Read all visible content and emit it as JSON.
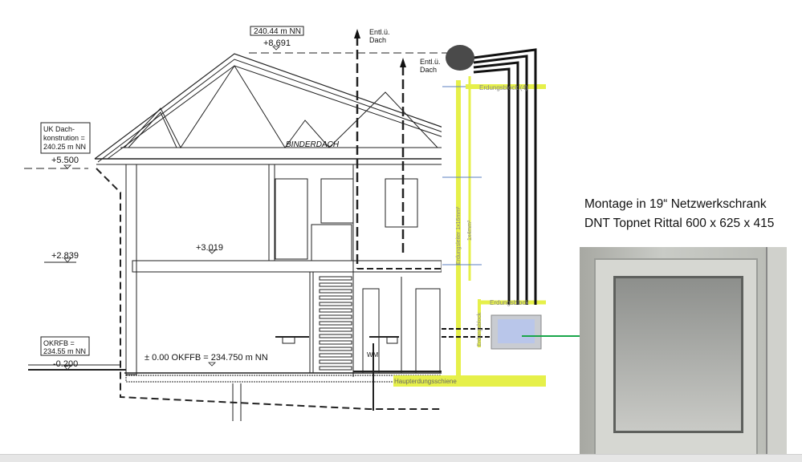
{
  "labels": {
    "top_box": "240.44 m NN",
    "peak_level": "+8.691",
    "vent1": [
      "Entl.ü.",
      "Dach"
    ],
    "vent2": [
      "Entl.ü.",
      "Dach"
    ],
    "uk_box": [
      "UK Dach-",
      "konstrution =",
      "240.25 m NN"
    ],
    "eave_level": "+5.500",
    "roof_type": "BINDERDACH",
    "upper_floor": "+3.019",
    "outside_level": "+2.839",
    "okrfb_box": [
      "OKRFB =",
      "234.55 m NN"
    ],
    "ground_level": "-0.200",
    "ground_floor": "± 0.00 OKFFB = 234.750 m NN",
    "wm": "WM"
  },
  "grounding": {
    "block_top": "Erdungsblock (4)",
    "conductor": "Erdungsleiter 1x16mm²",
    "conductor2": "1x4mm²",
    "block_mid": "Erdungsblock",
    "block_side": "Erdungsblock",
    "main_rail": "Haupterdungsschiene"
  },
  "caption": {
    "line1": "Montage in 19“ Netzwerkschrank",
    "line2": "DNT Topnet Rittal 600 x 625 x 415"
  },
  "colors": {
    "ground": "#e6f04a",
    "arrow": "#1aa64a",
    "blue": "#5b7fc0"
  }
}
